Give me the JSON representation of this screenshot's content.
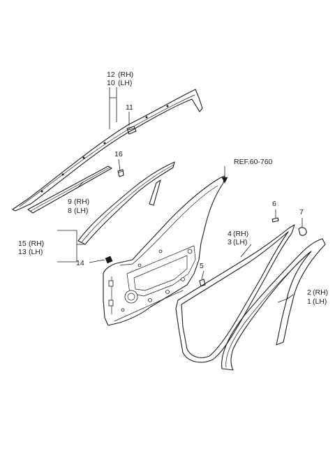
{
  "callouts": {
    "c12": "12",
    "c10": "10",
    "c11": "11",
    "c16": "16",
    "c9": "9",
    "c8": "8",
    "c15": "15",
    "c13": "13",
    "c14": "14",
    "c5": "5",
    "c6": "6",
    "c7": "7",
    "c4": "4",
    "c3": "3",
    "c2": "2",
    "c1": "1"
  },
  "sides": {
    "rh": "(RH)",
    "lh": "(LH)"
  },
  "reference": "REF.60-760"
}
